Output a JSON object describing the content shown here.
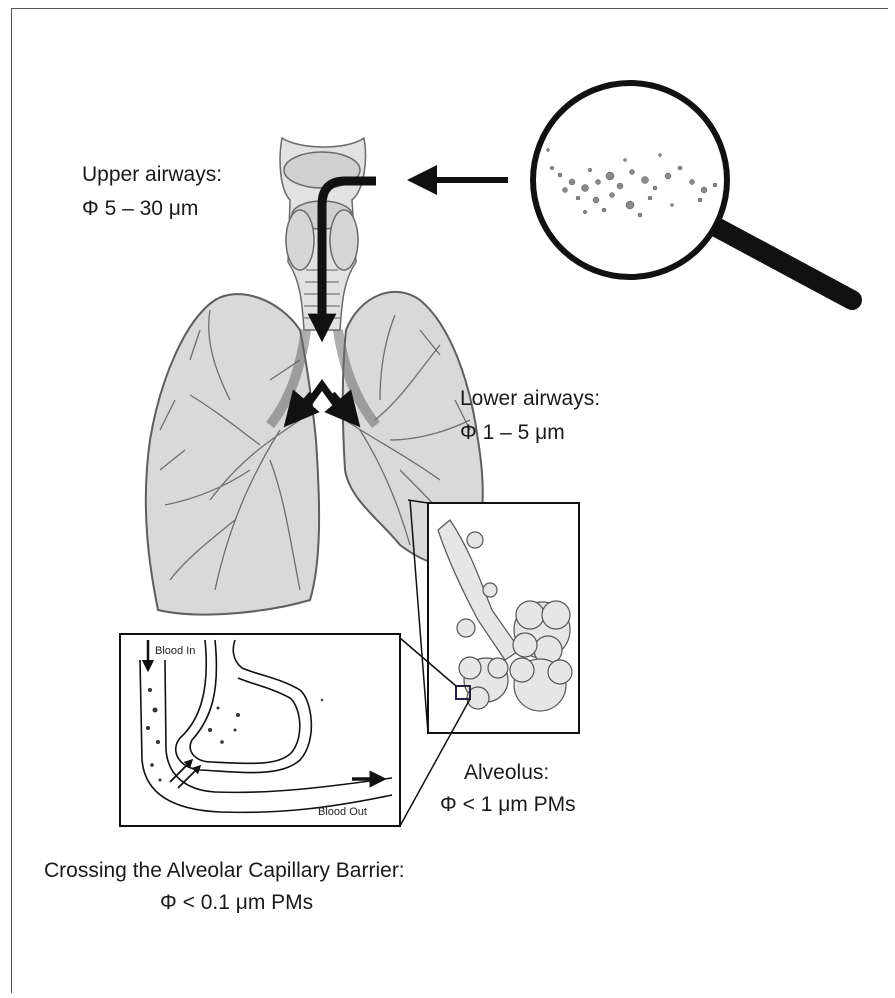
{
  "labels": {
    "upper_title": "Upper airways:",
    "upper_size": "Φ 5 – 30 μm",
    "lower_title": "Lower airways:",
    "lower_size": "Φ 1 – 5 μm",
    "alveolus_title": "Alveolus:",
    "alveolus_size": "Φ < 1 μm PMs",
    "barrier_title": "Crossing the Alveolar Capillary Barrier:",
    "barrier_size": "Φ < 0.1 μm PMs",
    "blood_in": "Blood In",
    "blood_out": "Blood Out"
  },
  "icons": [
    "magnifying-glass-icon",
    "particles-icon",
    "lungs-illustration",
    "alveolus-illustration",
    "capillary-illustration"
  ],
  "colors": {
    "ink": "#111111",
    "lung_fill": "#d9d9d9",
    "tissue_line": "#6a6a6a"
  }
}
